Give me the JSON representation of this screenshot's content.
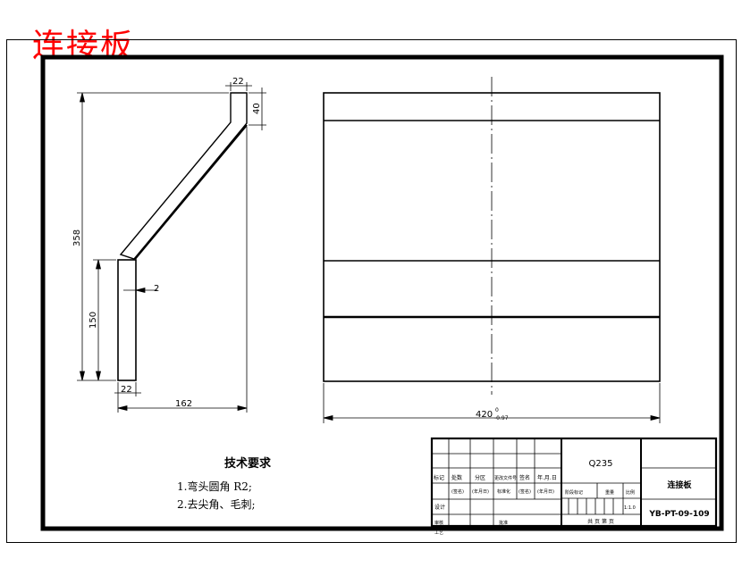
{
  "title": "连接板",
  "dimensions": {
    "profile": {
      "top_width": "22",
      "top_height": "40",
      "overall_height": "358",
      "lower_height": "150",
      "thickness": "2",
      "bottom_width": "22",
      "overall_width": "162"
    },
    "plate": {
      "length": "420",
      "tol_upper": "0",
      "tol_lower": "-0.97"
    }
  },
  "technical_requirements": {
    "heading": "技术要求",
    "items": [
      "1.弯头圆角 R2;",
      "2.去尖角、毛刺;"
    ]
  },
  "title_block": {
    "material": "Q235",
    "part_name": "连接板",
    "drawing_number": "YB-PT-09-109",
    "scale": "1:1.0",
    "headers": {
      "mark": "标记",
      "count": "处数",
      "zone": "分区",
      "change_doc": "更改文件号",
      "signature": "签名",
      "date": "年.月.日",
      "signature_paren": "(签名)",
      "date_paren": "(年月日)",
      "standardization": "标准化",
      "stage_mark": "阶段标记",
      "weight": "重量",
      "scale_label": "比例",
      "design": "设计",
      "review": "审核",
      "process": "工艺",
      "approve": "批准",
      "sheets": "共  页  第  页"
    }
  }
}
